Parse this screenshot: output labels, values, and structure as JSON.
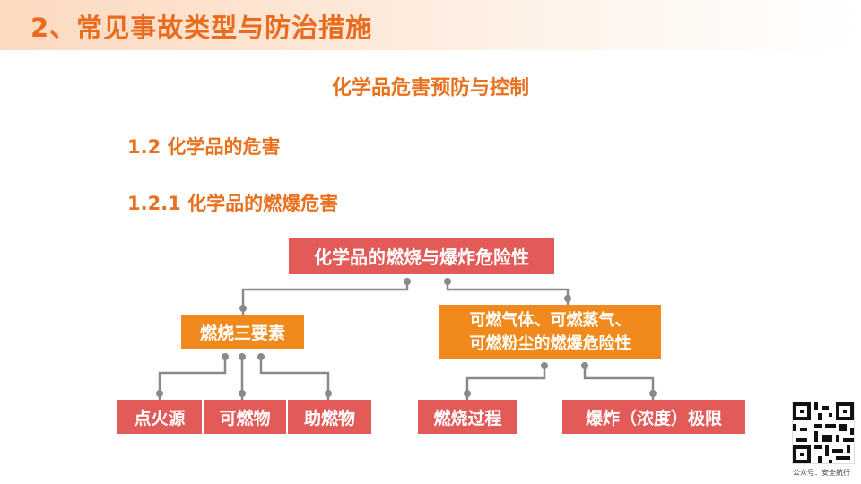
{
  "header": {
    "title": "2、常见事故类型与防治措施"
  },
  "content": {
    "subtitle": "化学品危害预防与控制",
    "section": "1.2  化学品的危害",
    "subsection": "1.2.1  化学品的燃爆危害"
  },
  "diagram": {
    "root": "化学品的燃烧与爆炸危险性",
    "left_branch": "燃烧三要素",
    "right_branch_line1": "可燃气体、可燃蒸气、",
    "right_branch_line2": "可燃粉尘的燃爆危险性",
    "left_leaves": [
      "点火源",
      "可燃物",
      "助燃物"
    ],
    "right_leaves": [
      "燃烧过程",
      "爆炸（浓度）极限"
    ]
  },
  "footer": {
    "qr_caption": "公众号：安全航行"
  },
  "colors": {
    "title": "#ea6b1d",
    "red_box": "#e35b58",
    "orange_box": "#f08a1c",
    "connector": "#8a8a8a"
  }
}
